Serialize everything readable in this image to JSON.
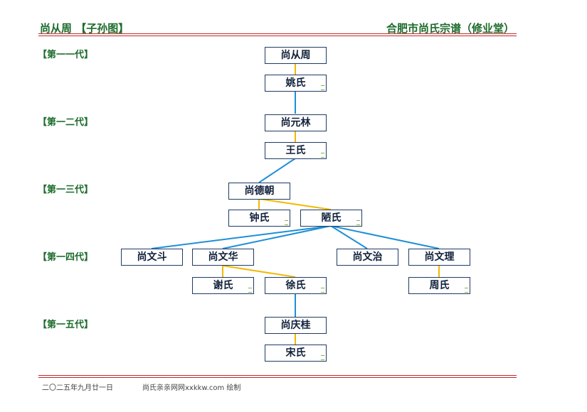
{
  "header": {
    "left_title": "尚从周 【子孙图】",
    "right_title": "合肥市尚氏宗谱（修业堂）"
  },
  "generations": [
    "【第一一代】",
    "【第一二代】",
    "【第一三代】",
    "【第一四代】",
    "【第一五代】"
  ],
  "persons": {
    "p1": "尚从周",
    "p2": "姚氏",
    "p3": "尚元林",
    "p4": "王氏",
    "p5": "尚德朝",
    "p6": "钟氏",
    "p7": "陋氏",
    "p8": "尚文斗",
    "p9": "尚文华",
    "p10": "尚文治",
    "p11": "尚文理",
    "p12": "谢氏",
    "p13": "徐氏",
    "p14": "周氏",
    "p15": "尚庆桂",
    "p16": "宋氏"
  },
  "colors": {
    "spouse_link": "#f2b800",
    "descent_link": "#1e8fd6",
    "header_text": "#1b6b2b",
    "rule": "#c0282a"
  },
  "footer": {
    "date": "二〇二五年九月廿一日",
    "credit": "尚氏亲亲网网xxkkw.com 绘制"
  }
}
